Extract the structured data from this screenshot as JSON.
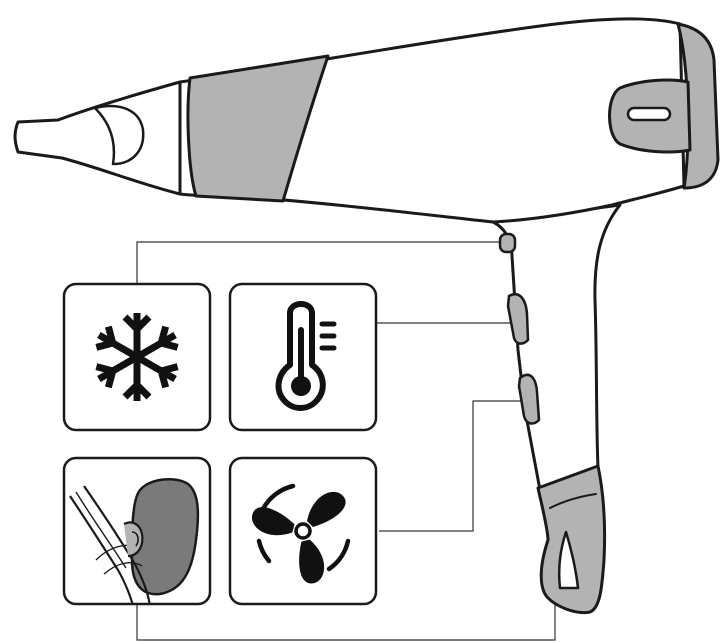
{
  "diagram": {
    "subject": "hair-dryer",
    "colors": {
      "outline": "#1a1a1a",
      "body": "#ffffff",
      "accent_gray": "#b3b3b3",
      "dark_gray": "#7a7a7a",
      "callout_line": "#333333"
    },
    "callouts": [
      {
        "id": "cool-shot",
        "icon": "snowflake-icon",
        "control": "cool-shot-button"
      },
      {
        "id": "temperature",
        "icon": "thermometer-icon",
        "control": "heat-setting-switch"
      },
      {
        "id": "fan-speed",
        "icon": "fan-icon",
        "control": "speed-setting-switch"
      },
      {
        "id": "hanging-loop",
        "icon": "hanging-loop-icon",
        "control": "hanging-loop"
      }
    ]
  }
}
